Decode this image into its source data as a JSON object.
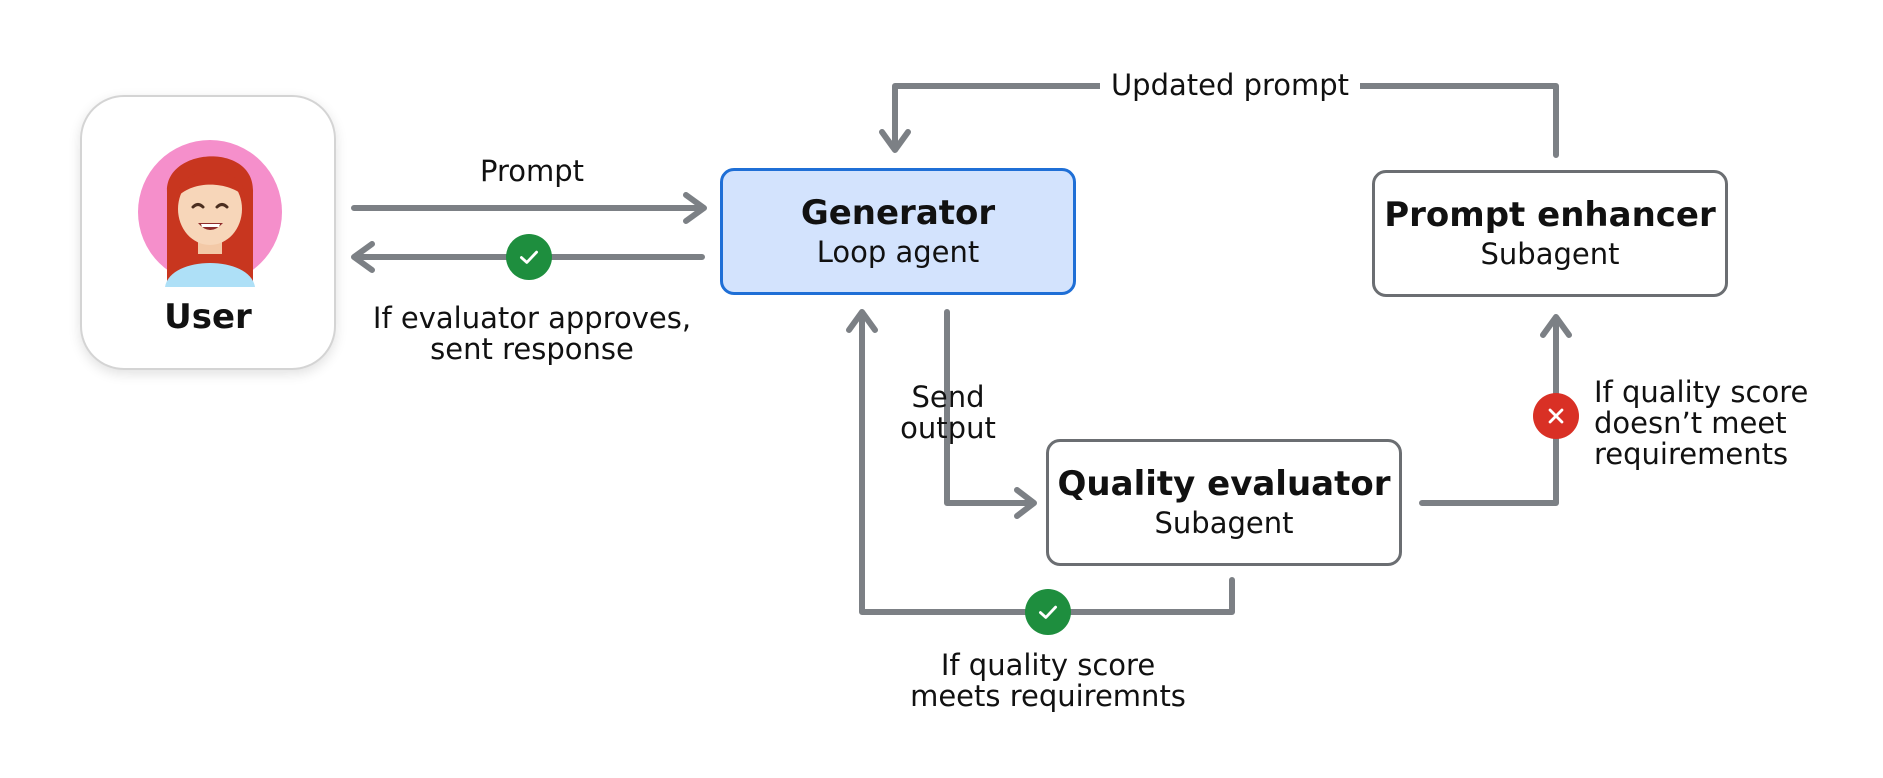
{
  "colors": {
    "arrow": "#7c8085",
    "generator_fill": "#d3e3fd",
    "generator_border": "#1f6fd6",
    "box_border": "#6b6e72",
    "success": "#1e8e3e",
    "failure": "#d93025",
    "avatar_bg": "#f58fcb",
    "hair": "#c8361f"
  },
  "user": {
    "label": "User"
  },
  "nodes": {
    "generator": {
      "title": "Generator",
      "subtitle": "Loop agent"
    },
    "prompt_enhancer": {
      "title": "Prompt enhancer",
      "subtitle": "Subagent"
    },
    "quality_evaluator": {
      "title": "Quality evaluator",
      "subtitle": "Subagent"
    }
  },
  "edges": {
    "prompt": "Prompt",
    "approved_line1": "If evaluator approves,",
    "approved_line2": "sent response",
    "send_line1": "Send",
    "send_line2": "output",
    "updated_prompt": "Updated prompt",
    "fail_line1": "If quality score",
    "fail_line2": "doesn’t meet",
    "fail_line3": "requirements",
    "meets_line1": "If quality score",
    "meets_line2": "meets requiremnts"
  },
  "icons": {
    "approve": "check-icon",
    "meets": "check-icon",
    "fail": "close-icon"
  }
}
